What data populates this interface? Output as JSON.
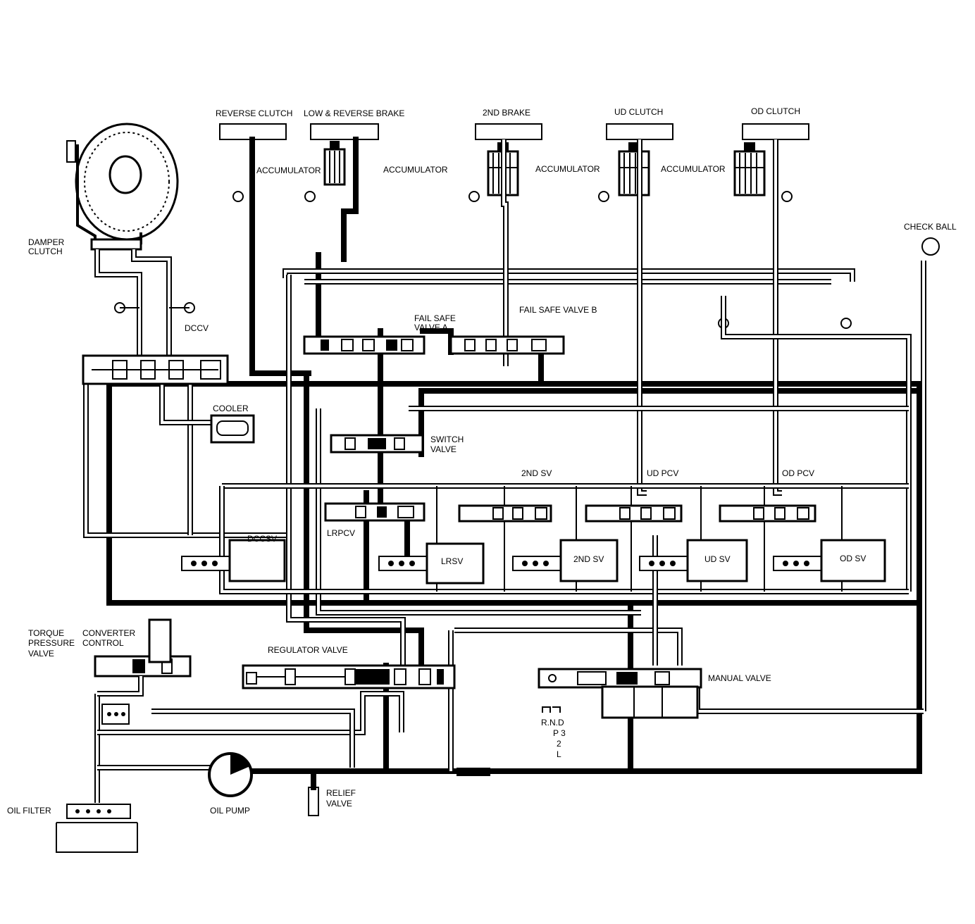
{
  "labels": {
    "reverse_clutch": "REVERSE CLUTCH",
    "low_reverse_brake": "LOW & REVERSE BRAKE",
    "second_brake": "2ND BRAKE",
    "ud_clutch": "UD CLUTCH",
    "od_clutch": "OD CLUTCH",
    "accumulator": "ACCUMULATOR",
    "check_ball": "CHECK BALL",
    "damper_clutch_1": "DAMPER",
    "damper_clutch_2": "CLUTCH",
    "dccv": "DCCV",
    "cooler": "COOLER",
    "fail_safe_a_1": "FAIL SAFE",
    "fail_safe_a_2": "VALVE A",
    "fail_safe_b": "FAIL SAFE VALVE B",
    "switch_valve_1": "SWITCH",
    "switch_valve_2": "VALVE",
    "second_sv_top": "2ND SV",
    "ud_pcv": "UD PCV",
    "od_pcv": "OD PCV",
    "dccsv": "DCCSV",
    "lrpcv": "LRPCV",
    "lrsv": "LRSV",
    "second_sv": "2ND SV",
    "ud_sv": "UD SV",
    "od_sv": "OD SV",
    "torque_1": "TORQUE",
    "torque_2": "PRESSURE",
    "torque_3": "VALVE",
    "converter_1": "CONVERTER",
    "converter_2": "CONTROL",
    "regulator_valve": "REGULATOR VALVE",
    "manual_valve": "MANUAL VALVE",
    "range_1": "R.N.D",
    "range_2": "P 3",
    "range_3": "2",
    "range_4": "L",
    "oil_filter": "OIL FILTER",
    "oil_pump": "OIL PUMP",
    "relief_1": "RELIEF",
    "relief_2": "VALVE"
  }
}
